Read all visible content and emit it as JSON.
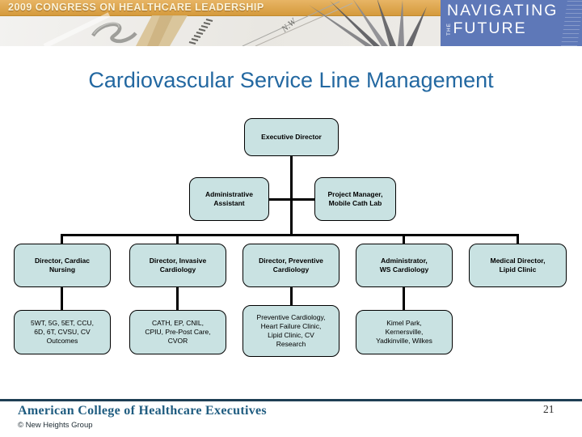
{
  "banner": {
    "congress_text": "2009 CONGRESS ON HEALTHCARE LEADERSHIP",
    "logo": {
      "line1": "NAVIGATING",
      "the": "THE",
      "line2": "FUTURE"
    },
    "gold_color": "#DFA64F",
    "blue_color": "#5E78B8"
  },
  "title": {
    "text": "Cardiovascular Service Line Management",
    "color": "#2368A1"
  },
  "org_chart": {
    "box_fill_color": "#C9E2E2",
    "connector_color": "#000000",
    "nodes": {
      "executive_director": {
        "label": "Executive Director"
      },
      "administrative_assistant": {
        "label": "Administrative\nAssistant"
      },
      "project_manager_mobile_cath_lab": {
        "label": "Project Manager,\nMobile Cath Lab"
      },
      "director_cardiac_nursing": {
        "label": "Director, Cardiac\nNursing"
      },
      "director_invasive_cardiology": {
        "label": "Director, Invasive\nCardiology"
      },
      "director_preventive_cardiology": {
        "label": "Director, Preventive\nCardiology"
      },
      "administrator_ws_cardiology": {
        "label": "Administrator,\nWS Cardiology"
      },
      "medical_director_lipid_clinic": {
        "label": "Medical Director,\nLipid Clinic"
      },
      "units_cardiac_nursing": {
        "label": "5WT, 5G, 5ET, CCU,\n6D, 6T, CVSU, CV\nOutcomes"
      },
      "units_invasive_cardiology": {
        "label": "CATH, EP, CNIL,\nCPIU, Pre-Post Care,\nCVOR"
      },
      "units_preventive_cardiology": {
        "label": "Preventive Cardiology,\nHeart Failure Clinic,\nLipid Clinic, CV\nResearch"
      },
      "units_ws_cardiology": {
        "label": "Kimel Park,\nKernersville,\nYadkinville, Wilkes"
      }
    }
  },
  "footer": {
    "organization": "American College of Healthcare Executives",
    "copyright": "© New Heights Group",
    "page_number": "21"
  }
}
